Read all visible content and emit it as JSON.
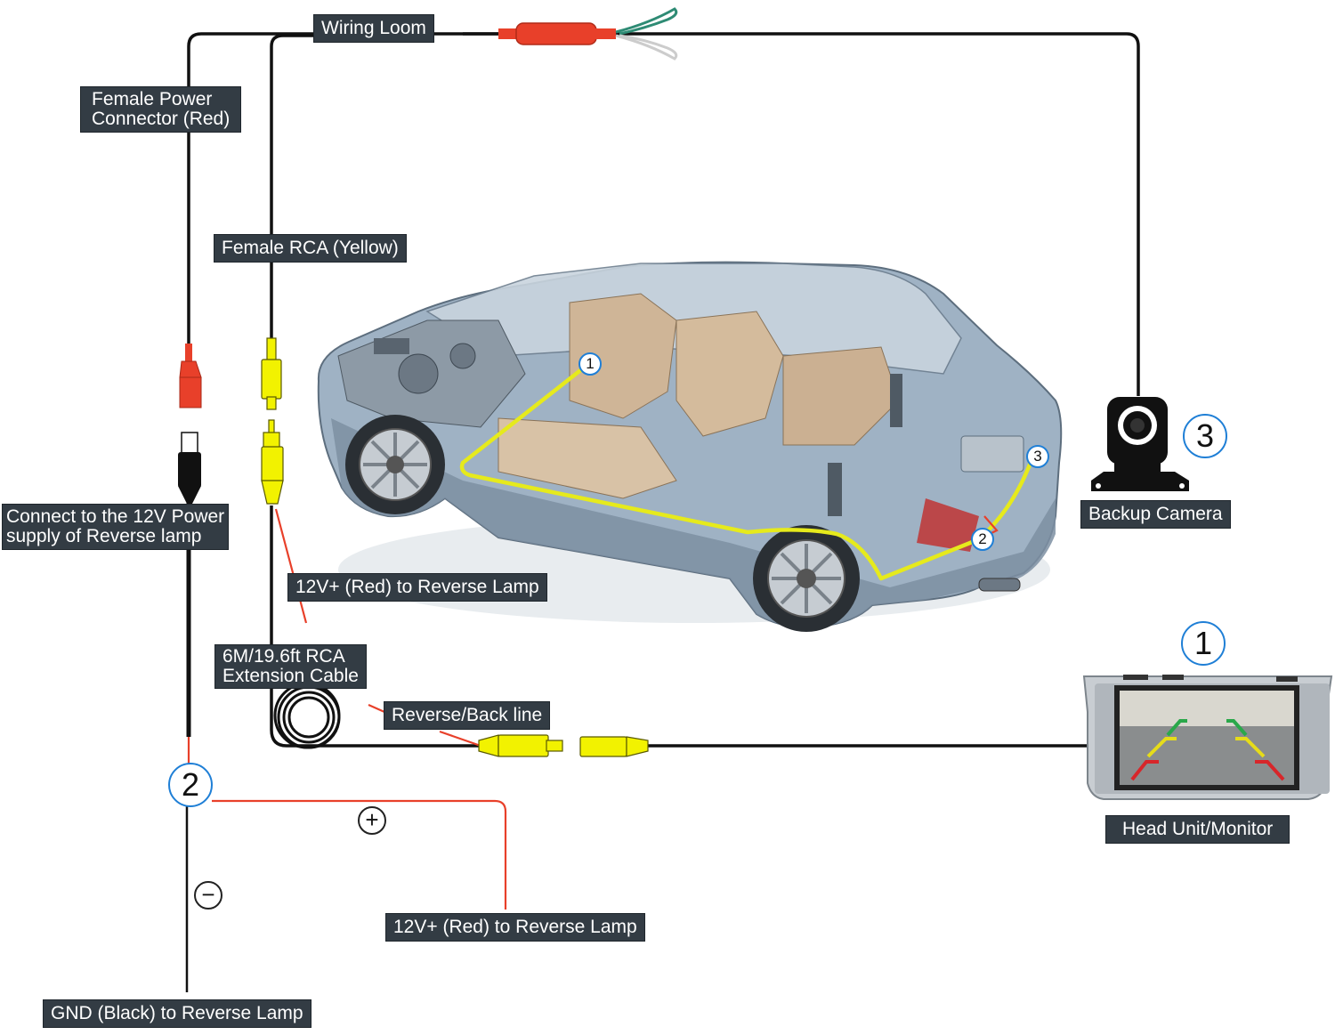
{
  "labels": {
    "wiring_loom": "Wiring Loom",
    "female_power_line1": "Female Power",
    "female_power_line2": "Connector (Red)",
    "female_rca": "Female RCA (Yellow)",
    "connect_12v_line1": "Connect to the 12V Power",
    "connect_12v_line2": "supply of Reverse lamp",
    "red_reverse_upper": "12V+ (Red) to Reverse Lamp",
    "extension_line1": "6M/19.6ft RCA",
    "extension_line2": "Extension Cable",
    "reverse_back_line": "Reverse/Back line",
    "red_reverse_lower": "12V+ (Red) to Reverse Lamp",
    "gnd_black": "GND (Black) to Reverse Lamp",
    "backup_camera": "Backup Camera",
    "head_unit": "Head Unit/Monitor"
  },
  "markers": {
    "one": "1",
    "two": "2",
    "three": "3",
    "plus": "+",
    "minus": "−"
  },
  "colors": {
    "cable_black": "#111111",
    "power_red": "#e8402a",
    "rca_yellow": "#f2f200",
    "route_yellow": "#e6ea1c",
    "label_bg": "#333c44",
    "marker_blue": "#1f7fd6",
    "car_body": "#8ea4b8",
    "loom_green": "#2e8b74"
  },
  "icons": {
    "car": "car-cutaway-illustration",
    "camera": "backup-camera-icon",
    "monitor": "head-unit-monitor-icon",
    "coil": "coiled-cable-icon"
  }
}
